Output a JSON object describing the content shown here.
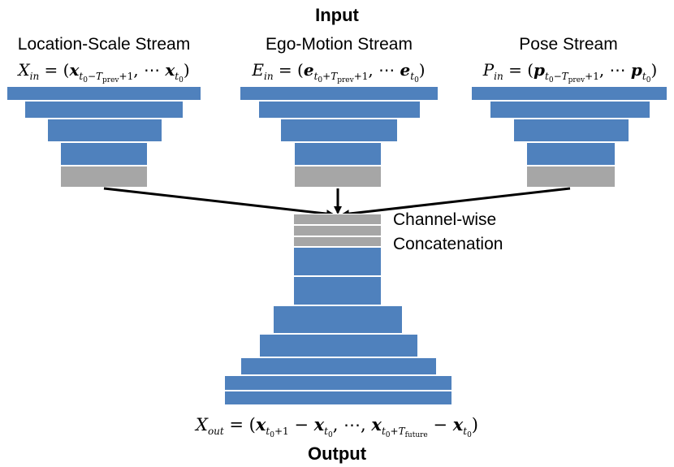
{
  "title_top": "Input",
  "title_bottom": "Output",
  "streams": [
    {
      "title": "Location-Scale Stream",
      "formula": "X_in = (x_{t0−Tprev+1}, ⋯ x_{t0})"
    },
    {
      "title": "Ego-Motion Stream",
      "formula": "E_in = (e_{t0+Tprev+1}, ⋯ e_{t0})"
    },
    {
      "title": "Pose Stream",
      "formula": "P_in = (p_{t0−Tprev+1}, ⋯ p_{t0})"
    }
  ],
  "concat_label_line1": "Channel-wise",
  "concat_label_line2": "Concatenation",
  "output_formula": "X_out = (x_{t0+1} − x_{t0}, ⋯, x_{t0+Tfuture} − x_{t0})",
  "colors": {
    "layer_blue": "#4f81bd",
    "layer_gray": "#a6a6a6",
    "arrow": "#000000"
  }
}
